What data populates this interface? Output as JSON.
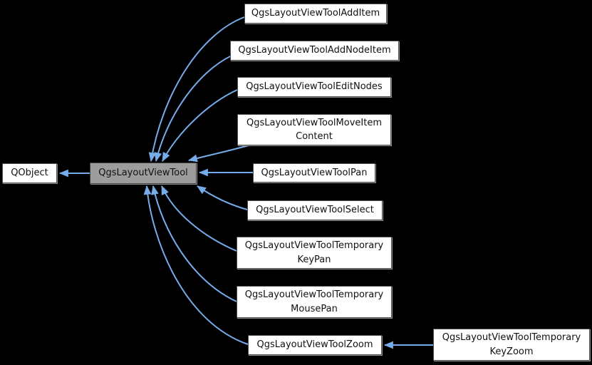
{
  "diagram_type": "class-inheritance-graph",
  "colors": {
    "bg": "#000000",
    "edge": "#75ACE9",
    "nodeFill": "#FFFFFF",
    "nodeBorder": "#4D4D4D",
    "nodeShadow": "#8F8F8F",
    "hlFill": "#9D9D9D",
    "hlBorder": "#3F3F3F",
    "text": "#111111"
  },
  "nodes": [
    {
      "id": "QObject",
      "line1": "QObject",
      "highlight": false
    },
    {
      "id": "QgsLayoutViewTool",
      "line1": "QgsLayoutViewTool",
      "highlight": true
    },
    {
      "id": "QgsLayoutViewToolAddItem",
      "line1": "QgsLayoutViewToolAddItem",
      "highlight": false
    },
    {
      "id": "QgsLayoutViewToolAddNodeItem",
      "line1": "QgsLayoutViewToolAddNodeItem",
      "highlight": false
    },
    {
      "id": "QgsLayoutViewToolEditNodes",
      "line1": "QgsLayoutViewToolEditNodes",
      "highlight": false
    },
    {
      "id": "QgsLayoutViewToolMoveItemContent",
      "line1": "QgsLayoutViewToolMoveItem",
      "line2": "Content",
      "highlight": false
    },
    {
      "id": "QgsLayoutViewToolPan",
      "line1": "QgsLayoutViewToolPan",
      "highlight": false
    },
    {
      "id": "QgsLayoutViewToolSelect",
      "line1": "QgsLayoutViewToolSelect",
      "highlight": false
    },
    {
      "id": "QgsLayoutViewToolTemporaryKeyPan",
      "line1": "QgsLayoutViewToolTemporary",
      "line2": "KeyPan",
      "highlight": false
    },
    {
      "id": "QgsLayoutViewToolTemporaryMousePan",
      "line1": "QgsLayoutViewToolTemporary",
      "line2": "MousePan",
      "highlight": false
    },
    {
      "id": "QgsLayoutViewToolZoom",
      "line1": "QgsLayoutViewToolZoom",
      "highlight": false
    },
    {
      "id": "QgsLayoutViewToolTemporaryKeyZoom",
      "line1": "QgsLayoutViewToolTemporary",
      "line2": "KeyZoom",
      "highlight": false
    }
  ],
  "edges": [
    {
      "from": "QgsLayoutViewTool",
      "to": "QObject",
      "relation": "inherits"
    },
    {
      "from": "QgsLayoutViewToolAddItem",
      "to": "QgsLayoutViewTool",
      "relation": "inherits"
    },
    {
      "from": "QgsLayoutViewToolAddNodeItem",
      "to": "QgsLayoutViewTool",
      "relation": "inherits"
    },
    {
      "from": "QgsLayoutViewToolEditNodes",
      "to": "QgsLayoutViewTool",
      "relation": "inherits"
    },
    {
      "from": "QgsLayoutViewToolMoveItemContent",
      "to": "QgsLayoutViewTool",
      "relation": "inherits"
    },
    {
      "from": "QgsLayoutViewToolPan",
      "to": "QgsLayoutViewTool",
      "relation": "inherits"
    },
    {
      "from": "QgsLayoutViewToolSelect",
      "to": "QgsLayoutViewTool",
      "relation": "inherits"
    },
    {
      "from": "QgsLayoutViewToolTemporaryKeyPan",
      "to": "QgsLayoutViewTool",
      "relation": "inherits"
    },
    {
      "from": "QgsLayoutViewToolTemporaryMousePan",
      "to": "QgsLayoutViewTool",
      "relation": "inherits"
    },
    {
      "from": "QgsLayoutViewToolZoom",
      "to": "QgsLayoutViewTool",
      "relation": "inherits"
    },
    {
      "from": "QgsLayoutViewToolTemporaryKeyZoom",
      "to": "QgsLayoutViewToolZoom",
      "relation": "inherits"
    }
  ]
}
